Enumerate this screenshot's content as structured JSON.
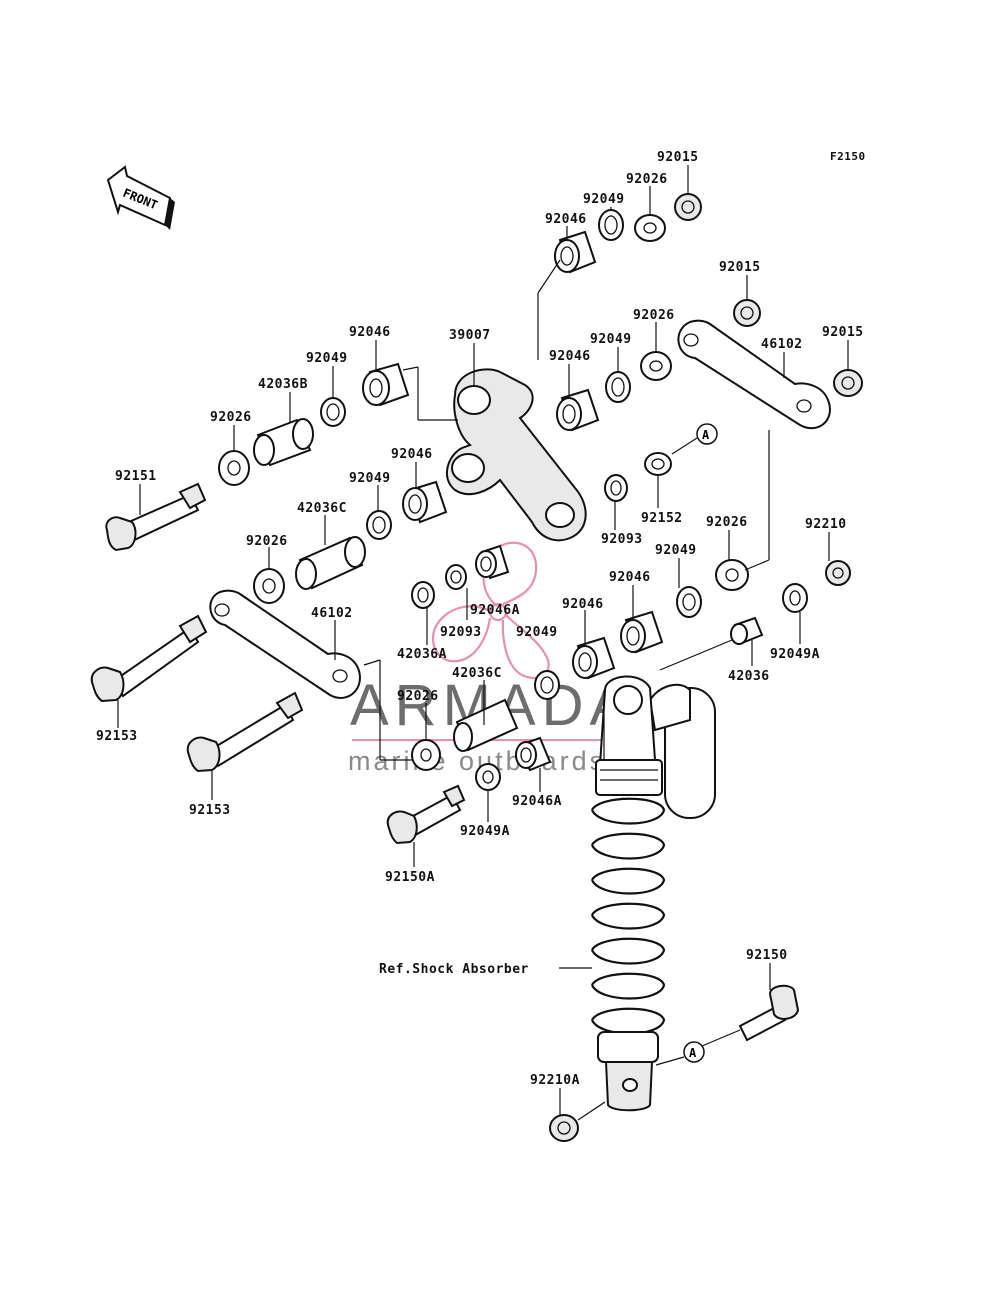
{
  "diagram": {
    "code": "F2150",
    "front_label": "FRONT",
    "ref_label": "Ref.Shock Absorber",
    "ref_marker": "A",
    "watermark": {
      "brand": "ARMADA",
      "tagline": "marine outboards",
      "accent_color": "#e58fb3"
    },
    "parts": {
      "p92015a": "92015",
      "p92026a": "92026",
      "p92049a": "92049",
      "p92046a": "92046",
      "p92015b": "92015",
      "p92015c": "92015",
      "p92026b": "92026",
      "p46102a": "46102",
      "p92049b": "92049",
      "p92046b": "92046",
      "p39007": "39007",
      "p92046c": "92046",
      "p92049c": "92049",
      "p42036b": "42036B",
      "p92026c": "92026",
      "p92151": "92151",
      "p92046d": "92046",
      "p92049d": "92049",
      "p42036c": "42036C",
      "p92026d": "92026",
      "p46102b": "46102",
      "p92153a": "92153",
      "p92153b": "92153",
      "p92152": "92152",
      "p92093a": "92093",
      "p92026e": "92026",
      "p92210": "92210",
      "p92049e": "92049",
      "p92046e": "92046",
      "p92046f": "92046",
      "p92046A1": "92046A",
      "p92093b": "92093",
      "p92049f": "92049",
      "p42036A": "42036A",
      "p42036C2": "42036C",
      "p92049A1": "92049A",
      "p42036": "42036",
      "p92026f": "92026",
      "p92046A2": "92046A",
      "p92049A2": "92049A",
      "p92150A": "92150A",
      "p92150": "92150",
      "p92210A": "92210A"
    }
  }
}
